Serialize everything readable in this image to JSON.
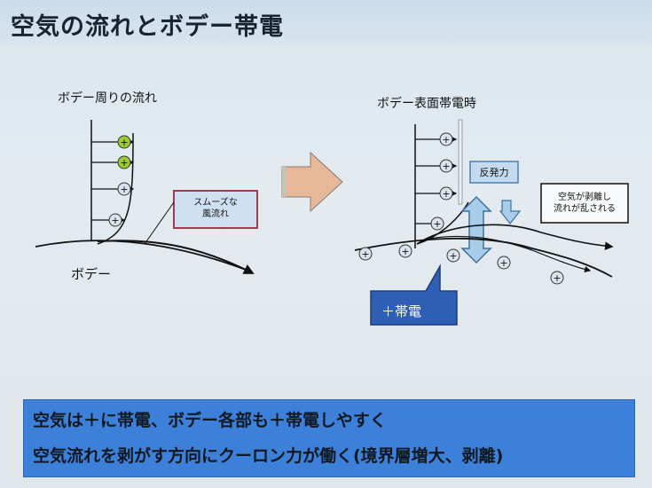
{
  "title": "空気の流れとボデー帯電",
  "left_panel": {
    "heading": "ボデー周りの流れ",
    "body_label": "ボデー",
    "callout": [
      "スムーズな",
      "風流れ"
    ]
  },
  "right_panel": {
    "heading": "ボデー表面帯電時",
    "reaction_label": "反発力",
    "peel_callout": [
      "空気が剥離し",
      "流れが乱される"
    ],
    "charge_label": "＋帯電"
  },
  "summary": {
    "line1": "空気は＋に帯電、ボデー各部も＋帯電しやすく",
    "line2": "空気流れを剥がす方向にクーロン力が働く(境界層増大、剥離)"
  },
  "colors": {
    "summary_bg": "#3d80da",
    "charge_box": "#2e5fb5",
    "arrow": "#e7b898",
    "reaction_arrow": "#a9cde9",
    "green_particle": "#9acd32"
  }
}
